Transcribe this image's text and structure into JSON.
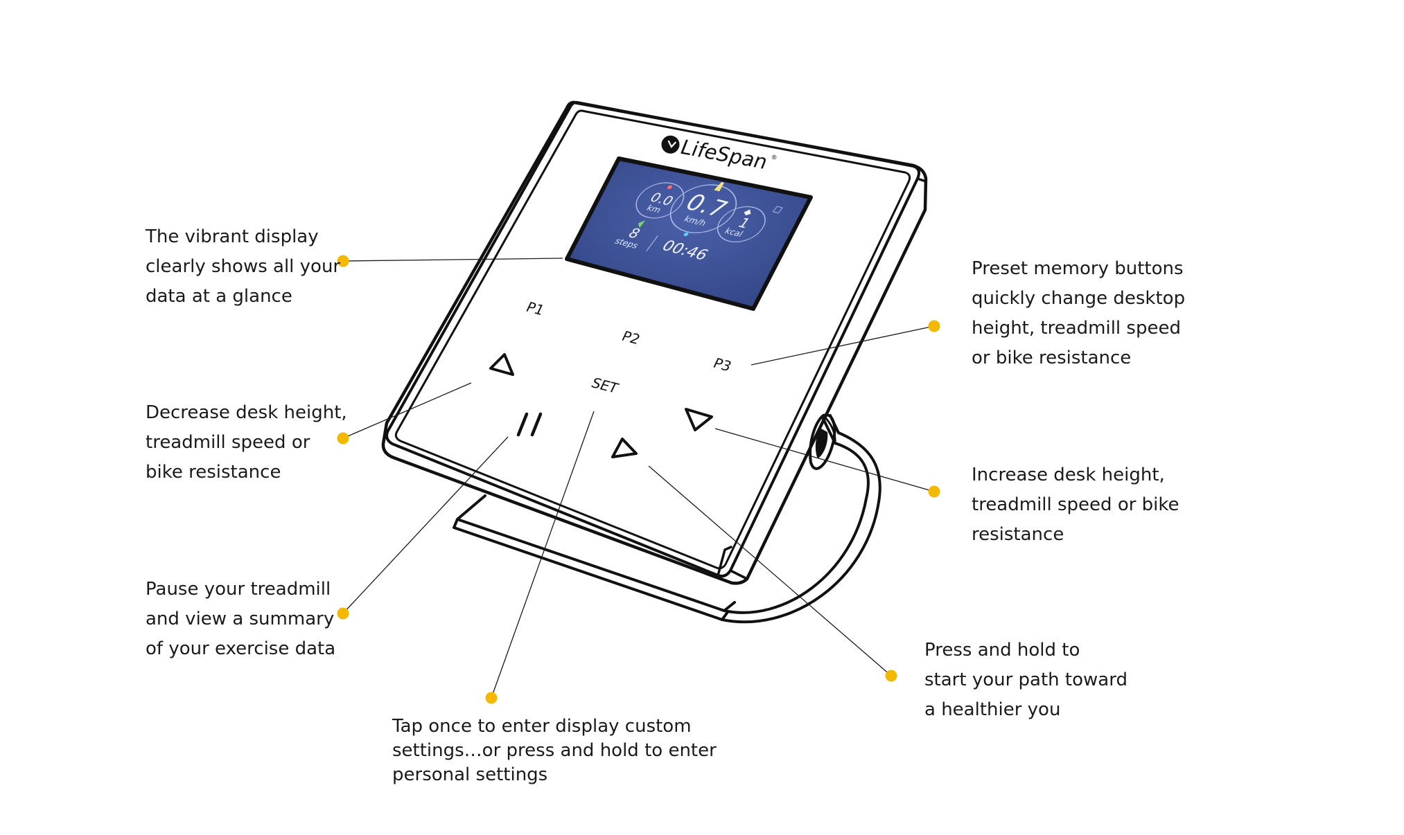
{
  "brand": {
    "name": "LifeSpan",
    "registered_mark": "®"
  },
  "screen": {
    "distance": {
      "value": "0.0",
      "unit": "km"
    },
    "speed": {
      "value": "0.7",
      "unit": "km/h"
    },
    "calories": {
      "value": "1",
      "unit": "kcal"
    },
    "steps": {
      "value": "8",
      "unit": "steps"
    },
    "time": "00:46"
  },
  "keys": {
    "p1": "P1",
    "p2": "P2",
    "p3": "P3",
    "set": "SET"
  },
  "callouts": {
    "display": "The vibrant display\nclearly shows all your\ndata at a glance",
    "decrease": "Decrease desk height,\ntreadmill speed or\nbike resistance",
    "pause": "Pause your treadmill\nand view a summary\nof your exercise data",
    "set": "Tap once to enter display custom\nsettings…or press and hold to enter\npersonal settings",
    "preset": "Preset memory buttons\nquickly change desktop\nheight, treadmill speed\nor bike resistance",
    "increase": "Increase desk height,\ntreadmill speed or bike\nresistance",
    "start": "Press and hold to\nstart your path toward\na healthier you"
  },
  "colors": {
    "marker": "#f5b800",
    "screen_background": "#3b4f96",
    "outline": "#111111",
    "text": "#1a1a1a"
  }
}
